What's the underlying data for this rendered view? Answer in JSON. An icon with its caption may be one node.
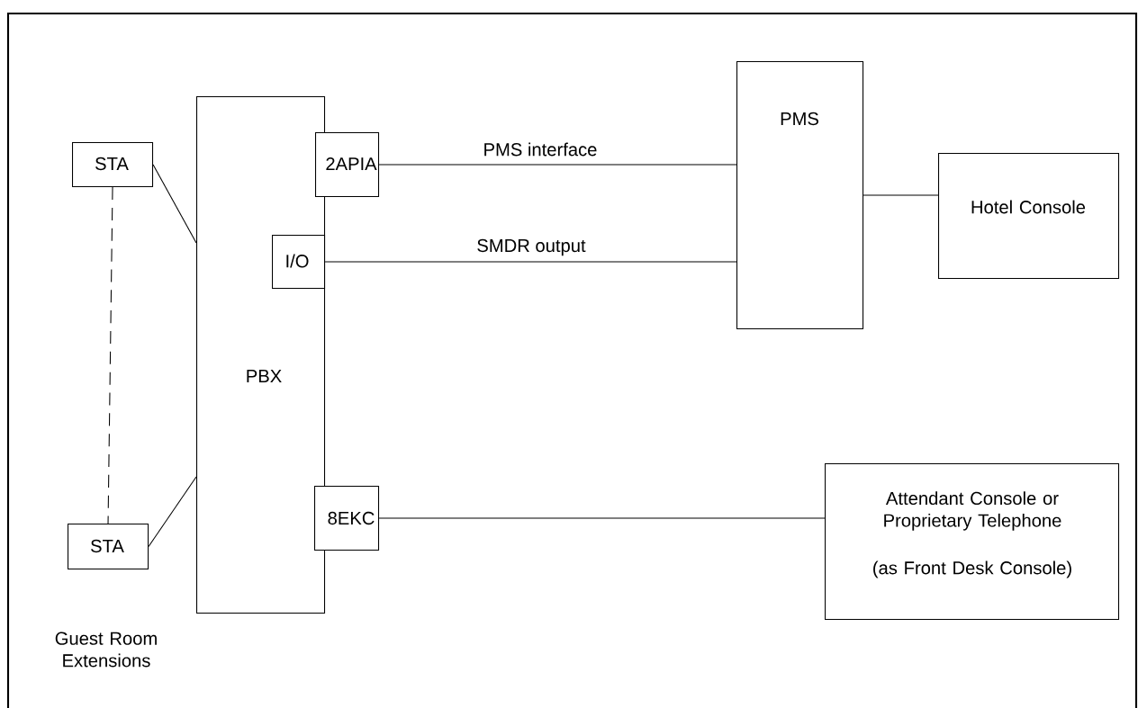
{
  "diagram": {
    "nodes": [
      {
        "text": [
          "STA"
        ]
      },
      {
        "text": [
          "STA"
        ]
      },
      {
        "text": [
          "PBX"
        ]
      },
      {
        "text": [
          "2APIA"
        ]
      },
      {
        "text": [
          "I/O"
        ],
        "in": 2
      },
      {
        "text": [
          "8EKC"
        ]
      },
      {
        "text": [
          "PMS"
        ]
      },
      {
        "text": [
          "Hotel Console"
        ]
      },
      {
        "text": [
          "Attendant Console or Proprietary Telephone",
          "(as Front Desk Console)"
        ]
      }
    ],
    "edges": [
      {
        "from": 0,
        "to": 2,
        "arrow": "none"
      },
      {
        "from": 1,
        "to": 2,
        "arrow": "none"
      },
      {
        "from": 0,
        "to": 1,
        "arrow": "none",
        "style": "dashed"
      },
      {
        "from": 3,
        "to": 6,
        "arrow": "none",
        "label": "PMS interface"
      },
      {
        "from": 4,
        "to": 6,
        "arrow": "none",
        "label": "SMDR output"
      },
      {
        "from": 6,
        "to": 7,
        "arrow": "none"
      },
      {
        "from": 5,
        "to": 8,
        "arrow": "none"
      }
    ],
    "labels": [
      "Guest Room Extensions"
    ]
  }
}
